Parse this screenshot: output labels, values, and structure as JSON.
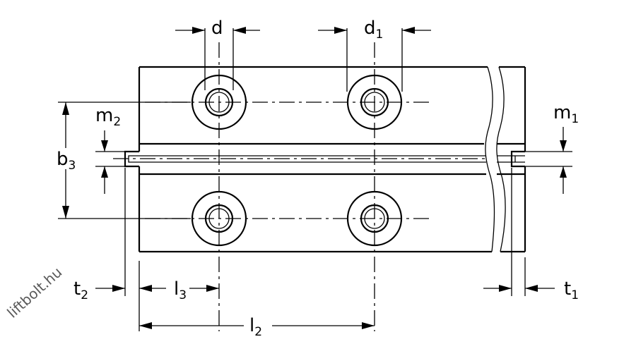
{
  "labels": {
    "d": {
      "main": "d",
      "sub": ""
    },
    "d1": {
      "main": "d",
      "sub": "1"
    },
    "m2": {
      "main": "m",
      "sub": "2"
    },
    "m1": {
      "main": "m",
      "sub": "1"
    },
    "b3": {
      "main": "b",
      "sub": "3"
    },
    "t2": {
      "main": "t",
      "sub": "2"
    },
    "l3": {
      "main": "l",
      "sub": "3"
    },
    "t1": {
      "main": "t",
      "sub": "1"
    },
    "l2": {
      "main": "l",
      "sub": "2"
    }
  },
  "watermark": "liftbolt.hu"
}
